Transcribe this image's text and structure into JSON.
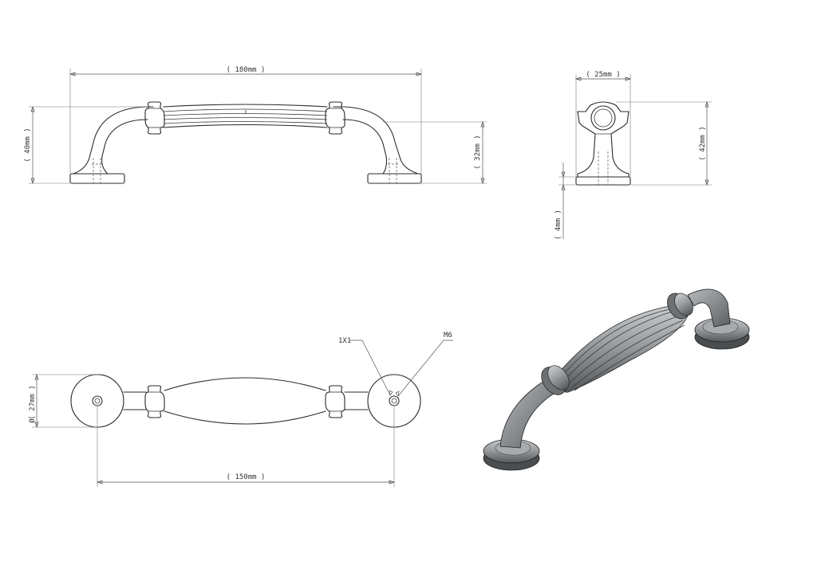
{
  "dimensions": {
    "overall_length": "( 180mm )",
    "overall_height": "( 40mm )",
    "inner_height": "( 32mm )",
    "base_width": "( 25mm )",
    "side_height": "( 42mm )",
    "base_thickness": "( 4mm )",
    "base_diameter": "( 27mm )",
    "diameter_symbol": "Ø",
    "hole_spacing": "( 150mm )"
  },
  "callouts": {
    "thread_pitch": "1X1",
    "screw_size": "M6"
  },
  "colors": {
    "line": "#2b2b2b",
    "render_base": "#8f9295",
    "render_dark": "#3a3d40",
    "render_light": "#c4c7ca"
  }
}
